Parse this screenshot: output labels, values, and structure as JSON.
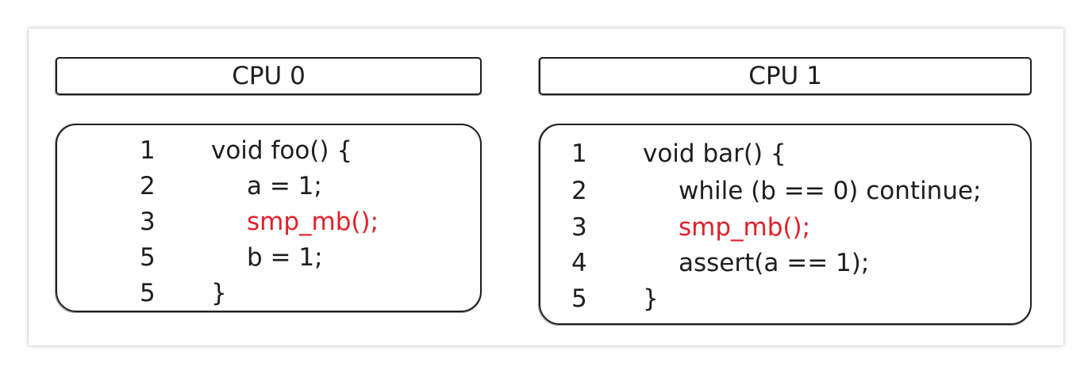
{
  "panels": [
    {
      "title": "CPU 0",
      "lines": [
        {
          "num": "1",
          "code": "void foo() {",
          "indent": 0,
          "highlight": false
        },
        {
          "num": "2",
          "code": "a = 1;",
          "indent": 1,
          "highlight": false
        },
        {
          "num": "3",
          "code": "smp_mb();",
          "indent": 1,
          "highlight": true
        },
        {
          "num": "5",
          "code": "b = 1;",
          "indent": 1,
          "highlight": false
        },
        {
          "num": "5",
          "code": "}",
          "indent": 0,
          "highlight": false
        }
      ]
    },
    {
      "title": "CPU 1",
      "lines": [
        {
          "num": "1",
          "code": "void bar() {",
          "indent": 0,
          "highlight": false
        },
        {
          "num": "2",
          "code": "while (b == 0) continue;",
          "indent": 1,
          "highlight": false
        },
        {
          "num": "3",
          "code": "smp_mb();",
          "indent": 1,
          "highlight": true
        },
        {
          "num": "4",
          "code": "assert(a == 1);",
          "indent": 1,
          "highlight": false
        },
        {
          "num": "5",
          "code": "}",
          "indent": 0,
          "highlight": false
        }
      ]
    }
  ],
  "colors": {
    "stroke": "#1e1e1e",
    "highlight": "#e0202a",
    "background": "#ffffff"
  }
}
